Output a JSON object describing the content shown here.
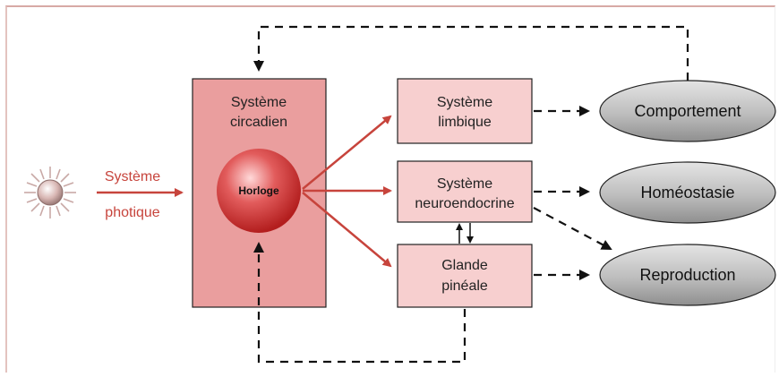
{
  "light_source": {
    "icon": "sun-light-icon",
    "label_line1": "Système",
    "label_line2": "photique"
  },
  "circadian": {
    "title_line1": "Système",
    "title_line2": "circadien",
    "clock_label": "Horloge"
  },
  "boxes": {
    "limbic": {
      "line1": "Système",
      "line2": "limbique"
    },
    "neuroendocrine": {
      "line1": "Système",
      "line2": "neuroendocrine"
    },
    "pineal": {
      "line1": "Glande",
      "line2": "pinéale"
    }
  },
  "outputs": {
    "behavior": "Comportement",
    "homeostasis": "Homéostasie",
    "reproduction": "Reproduction"
  },
  "colors": {
    "accent_red": "#c7443c",
    "box_fill": "#f7cfcf",
    "circadian_fill": "#ea9e9e",
    "ellipse_fill": "#b9b9b9"
  }
}
